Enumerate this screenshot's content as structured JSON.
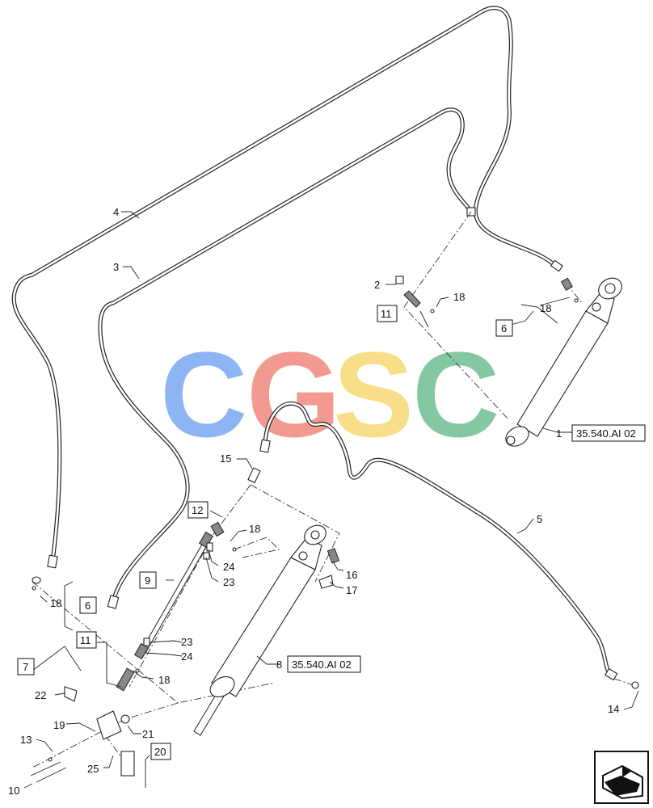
{
  "watermark": {
    "letters": [
      {
        "char": "C",
        "color": "#6fa1f0"
      },
      {
        "char": "G",
        "color": "#f07e72"
      },
      {
        "char": "S",
        "color": "#f8d66a"
      },
      {
        "char": "C",
        "color": "#62b98a"
      }
    ]
  },
  "callouts": [
    {
      "id": "c1",
      "text": "1"
    },
    {
      "id": "c2",
      "text": "2"
    },
    {
      "id": "c3",
      "text": "3"
    },
    {
      "id": "c4",
      "text": "4"
    },
    {
      "id": "c5",
      "text": "5"
    },
    {
      "id": "c8",
      "text": "8"
    },
    {
      "id": "c10",
      "text": "10"
    },
    {
      "id": "c13",
      "text": "13"
    },
    {
      "id": "c14",
      "text": "14"
    },
    {
      "id": "c15",
      "text": "15"
    },
    {
      "id": "c16",
      "text": "16"
    },
    {
      "id": "c17",
      "text": "17"
    },
    {
      "id": "c18a",
      "text": "18"
    },
    {
      "id": "c18b",
      "text": "18"
    },
    {
      "id": "c18c",
      "text": "18"
    },
    {
      "id": "c18d",
      "text": "18"
    },
    {
      "id": "c18e",
      "text": "18"
    },
    {
      "id": "c19",
      "text": "19"
    },
    {
      "id": "c21",
      "text": "21"
    },
    {
      "id": "c22",
      "text": "22"
    },
    {
      "id": "c23a",
      "text": "23"
    },
    {
      "id": "c23b",
      "text": "23"
    },
    {
      "id": "c24a",
      "text": "24"
    },
    {
      "id": "c24b",
      "text": "24"
    },
    {
      "id": "c25",
      "text": "25"
    }
  ],
  "boxed_callouts": [
    {
      "id": "b6a",
      "text": "6"
    },
    {
      "id": "b6b",
      "text": "6"
    },
    {
      "id": "b7",
      "text": "7"
    },
    {
      "id": "b9",
      "text": "9"
    },
    {
      "id": "b11a",
      "text": "11"
    },
    {
      "id": "b11b",
      "text": "11"
    },
    {
      "id": "b12",
      "text": "12"
    },
    {
      "id": "b20",
      "text": "20"
    },
    {
      "id": "ref1",
      "text": "35.540.AI 02"
    },
    {
      "id": "ref8",
      "text": "35.540.AI 02"
    }
  ],
  "nav_icon": "previous-page-arrow-icon"
}
